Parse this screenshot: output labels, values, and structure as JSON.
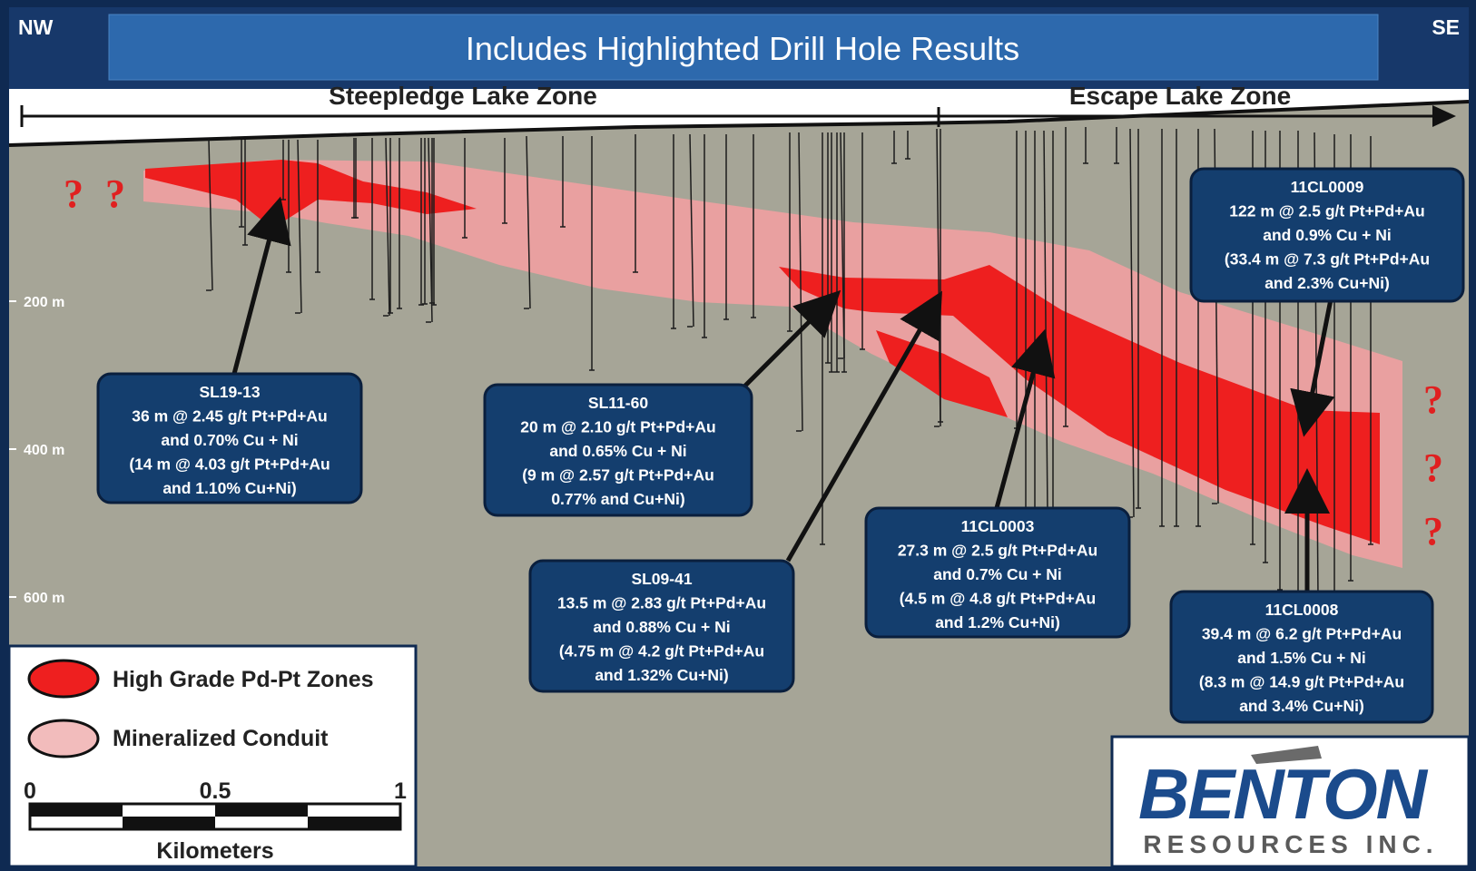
{
  "header": {
    "banner_title": "Includes Highlighted Drill Hole Results",
    "compass_left": "NW",
    "compass_right": "SE"
  },
  "zones": {
    "left": "Steepledge Lake Zone",
    "right": "Escape Lake Zone"
  },
  "depth_labels": [
    "200 m",
    "400 m",
    "600 m"
  ],
  "question_mark": "?",
  "callouts": [
    {
      "id": "sl19-13",
      "lines": [
        "SL19-13",
        "36 m @ 2.45 g/t Pt+Pd+Au",
        "and 0.70% Cu + Ni",
        "(14 m @ 4.03 g/t Pt+Pd+Au",
        "and 1.10% Cu+Ni)"
      ]
    },
    {
      "id": "sl11-60",
      "lines": [
        "SL11-60",
        "20 m @ 2.10 g/t Pt+Pd+Au",
        "and 0.65% Cu + Ni",
        "(9 m @ 2.57 g/t Pt+Pd+Au",
        "0.77% and  Cu+Ni)"
      ]
    },
    {
      "id": "sl09-41",
      "lines": [
        "SL09-41",
        "13.5 m @ 2.83 g/t Pt+Pd+Au",
        "and 0.88% Cu + Ni",
        "(4.75 m @ 4.2 g/t Pt+Pd+Au",
        "and 1.32% Cu+Ni)"
      ]
    },
    {
      "id": "11cl0003",
      "lines": [
        "11CL0003",
        "27.3 m @ 2.5 g/t Pt+Pd+Au",
        "and 0.7% Cu + Ni",
        "(4.5 m @ 4.8 g/t Pt+Pd+Au",
        "and 1.2% Cu+Ni)"
      ]
    },
    {
      "id": "11cl0009",
      "lines": [
        "11CL0009",
        "122 m @ 2.5 g/t Pt+Pd+Au",
        "and 0.9% Cu + Ni",
        "(33.4 m @ 7.3 g/t Pt+Pd+Au",
        "and 2.3% Cu+Ni)"
      ]
    },
    {
      "id": "11cl0008",
      "lines": [
        "11CL0008",
        "39.4 m @ 6.2 g/t Pt+Pd+Au",
        "and 1.5% Cu + Ni",
        "(8.3 m @ 14.9 g/t Pt+Pd+Au",
        "and 3.4% Cu+Ni)"
      ]
    }
  ],
  "legend": {
    "high_grade": "High Grade Pd-Pt Zones",
    "conduit": "Mineralized Conduit",
    "scale_0": "0",
    "scale_mid": "0.5",
    "scale_end": "1",
    "scale_unit": "Kilometers"
  },
  "logo": {
    "name": "BENTON",
    "subtitle": "RESOURCES INC."
  },
  "colors": {
    "background": "#a6a597",
    "high_grade": "#ee1f1f",
    "conduit": "#e9a0a0",
    "callout_fill": "#143e6e",
    "banner": "#2d69ad",
    "frame": "#0f2a52",
    "logo_blue": "#1b4b8c"
  }
}
